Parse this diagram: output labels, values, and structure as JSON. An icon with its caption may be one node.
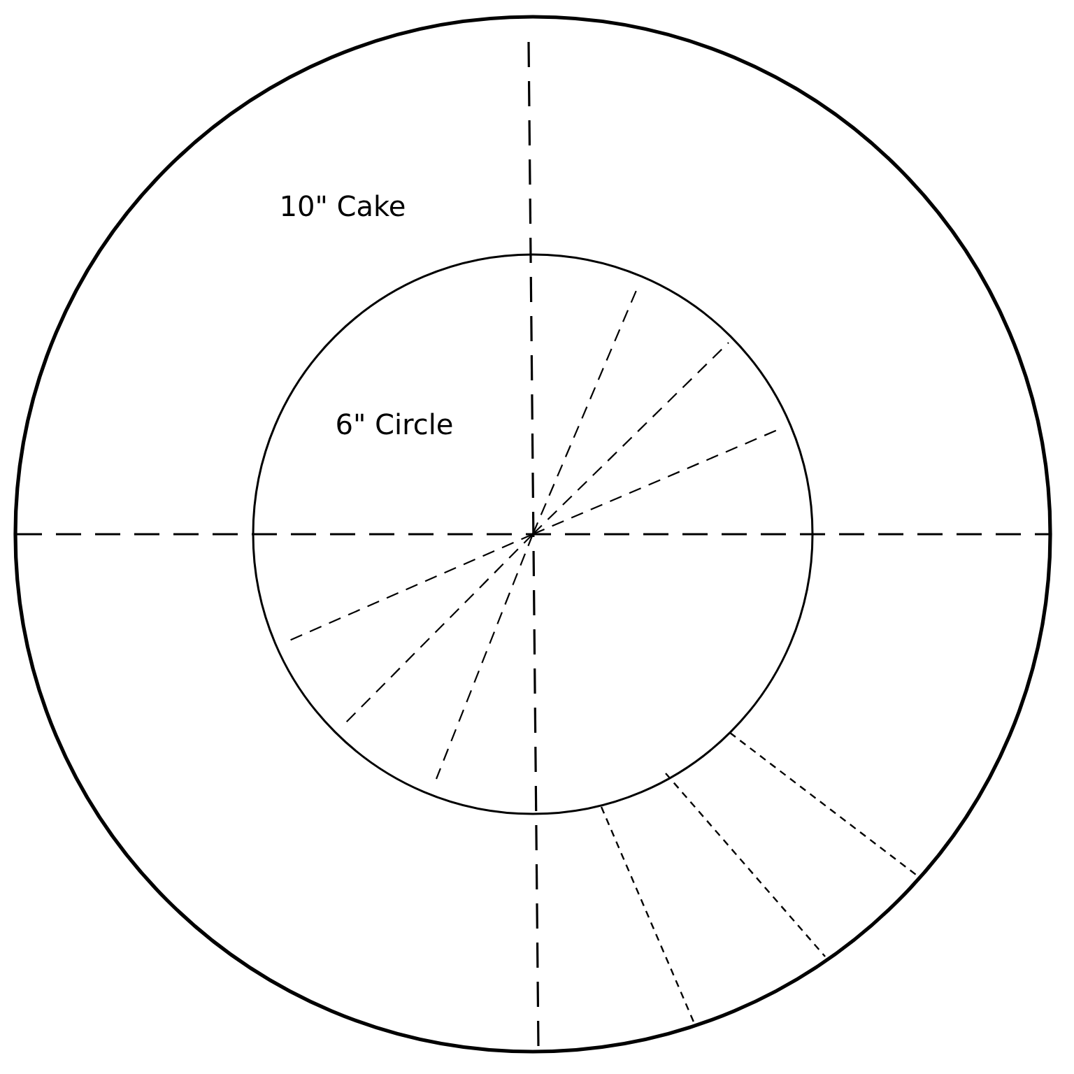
{
  "diagram": {
    "nodes": [
      {
        "text": [
          "10\" Cake"
        ]
      },
      {
        "text": [
          "6\" Circle"
        ],
        "in": 0
      }
    ]
  }
}
